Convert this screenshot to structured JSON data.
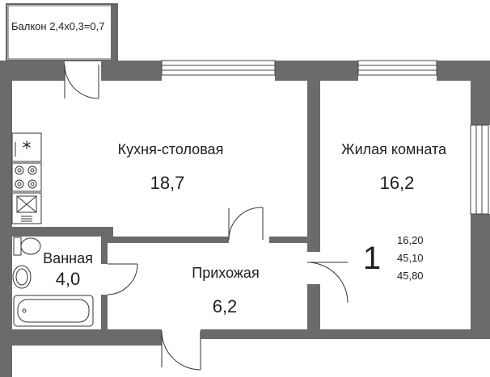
{
  "balcony": {
    "label": "Балкон 2,4х0,3=0,7"
  },
  "rooms": {
    "kitchen": {
      "name": "Кухня-столовая",
      "area": "18,7"
    },
    "living": {
      "name": "Жилая комната",
      "area": "16,2"
    },
    "bathroom": {
      "name": "Ванная",
      "area": "4,0"
    },
    "hallway": {
      "name": "Прихожая",
      "area": "6,2"
    }
  },
  "summary": {
    "room_count": "1",
    "living_area": "16,20",
    "area_without_balcony": "45,10",
    "total_area": "45,80"
  },
  "colors": {
    "wall": "#6b6b6b",
    "line": "#333333",
    "background": "#ffffff"
  },
  "icons": [
    "fridge-icon",
    "stove-icon",
    "sink-icon",
    "toilet-icon",
    "washbasin-icon",
    "bathtub-icon"
  ]
}
